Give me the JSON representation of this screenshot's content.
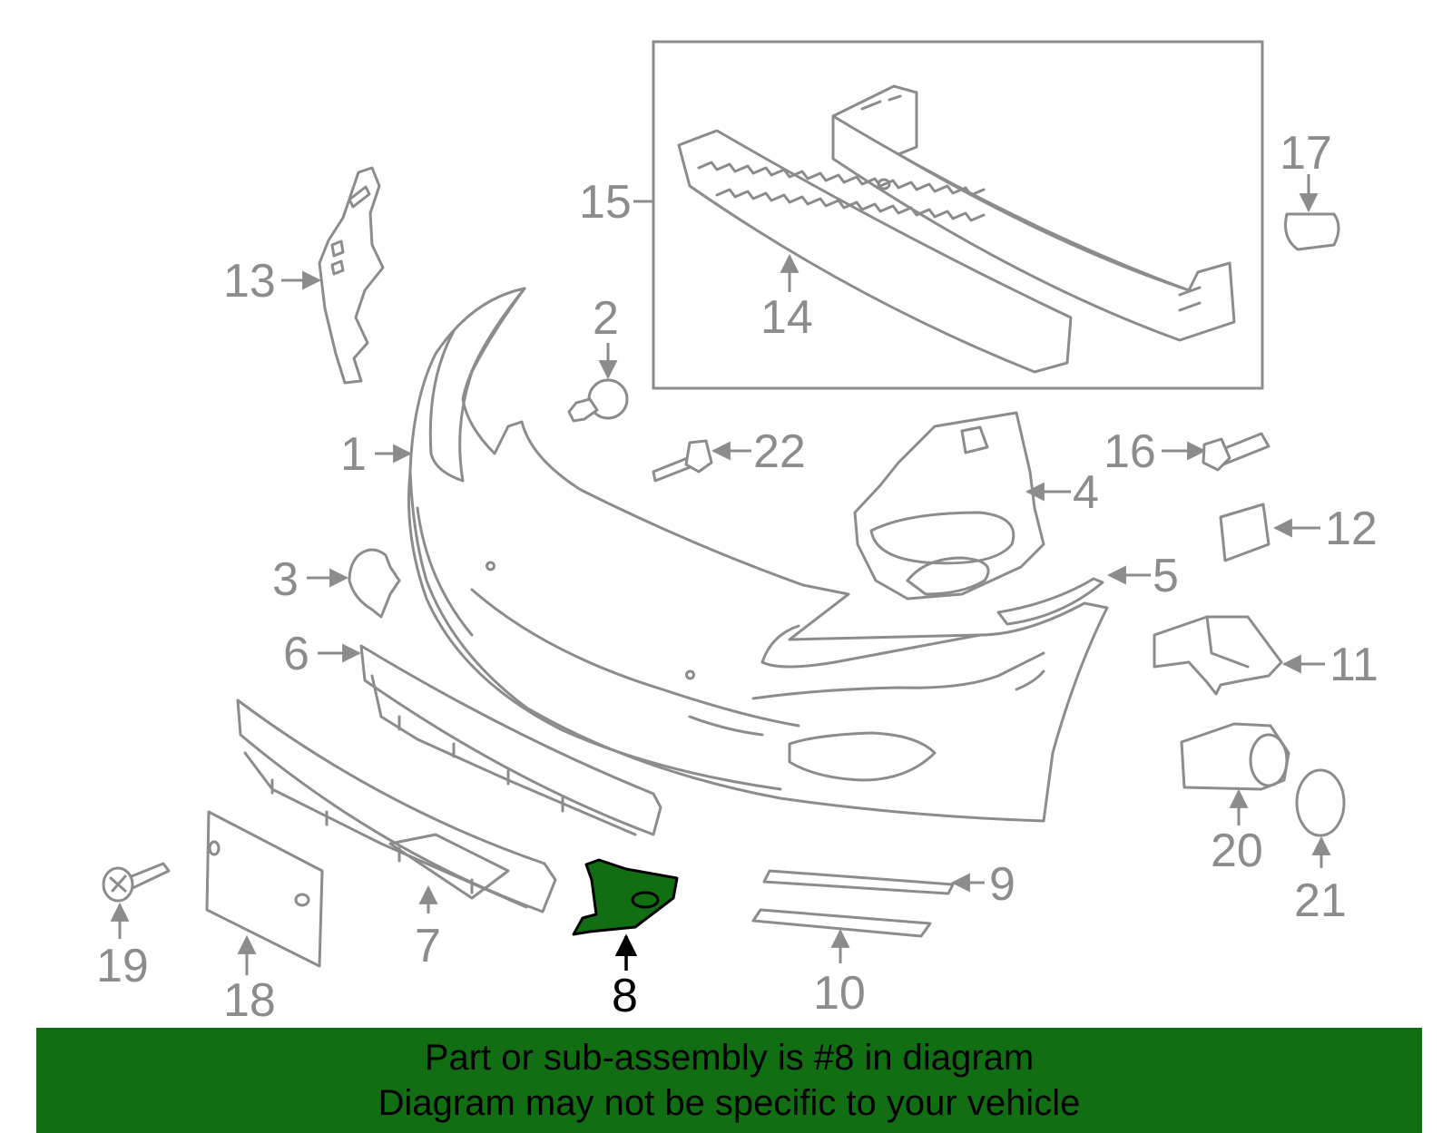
{
  "colors": {
    "line": "#8c8c8c",
    "highlight_part": "#126e12",
    "banner_bg": "#126e12",
    "banner_text": "#000000"
  },
  "callouts": {
    "c1": "1",
    "c2": "2",
    "c3": "3",
    "c4": "4",
    "c5": "5",
    "c6": "6",
    "c7": "7",
    "c8": "8",
    "c9": "9",
    "c10": "10",
    "c11": "11",
    "c12": "12",
    "c13": "13",
    "c14": "14",
    "c15": "15",
    "c16": "16",
    "c17": "17",
    "c18": "18",
    "c19": "19",
    "c20": "20",
    "c21": "21",
    "c22": "22"
  },
  "highlighted_part": "8",
  "banner": {
    "line1": "Part or sub-assembly is #8 in diagram",
    "line2": "Diagram may not be specific to your vehicle"
  }
}
